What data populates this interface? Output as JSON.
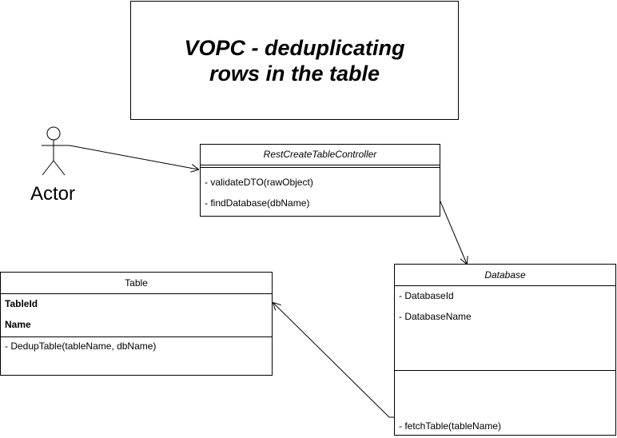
{
  "title": "VOPC - deduplicating\nrows in the table",
  "actor": {
    "label": "Actor"
  },
  "controller": {
    "name": "RestCreateTableController",
    "methods": [
      "- validateDTO(rawObject)",
      "- findDatabase(dbName)"
    ]
  },
  "table_class": {
    "name": "Table",
    "attributes": [
      "TableId",
      "Name"
    ],
    "methods": [
      "- DedupTable(tableName, dbName)"
    ]
  },
  "database_class": {
    "name": "Database",
    "attributes": [
      "- DatabaseId",
      "- DatabaseName"
    ],
    "methods": [
      "- fetchTable(tableName)"
    ]
  }
}
